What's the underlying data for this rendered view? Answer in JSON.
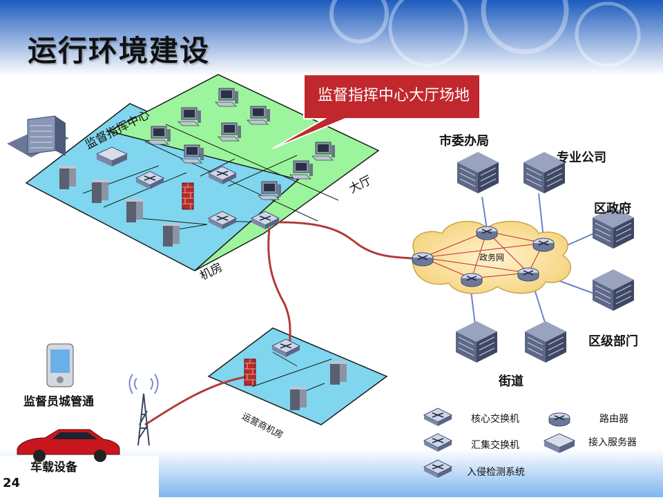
{
  "title": "运行环境建设",
  "callout": "监督指挥中心大厅场地",
  "zones": {
    "center": "监督指挥中心",
    "hall": "大厅",
    "machine_room": "机房",
    "operator_room": "运营商机房"
  },
  "network": "政务网",
  "nodes": {
    "party_office": "市委办局",
    "company": "专业公司",
    "district_gov": "区政府",
    "district_dept": "区级部门",
    "street": "街道"
  },
  "devices": {
    "pda": "监督员城管通",
    "vehicle": "车载设备"
  },
  "legend": {
    "core_switch": "核心交换机",
    "agg_switch": "汇集交换机",
    "ids": "入侵检测系统",
    "router": "路由器",
    "access_server": "接入服务器"
  },
  "page_number": "24",
  "colors": {
    "hall_green": "#9cf59c",
    "room_blue": "#7fd6ee",
    "callout_red": "#c0282d",
    "cloud_yellow": "#fbe6a8",
    "link_red": "#b23a3a"
  }
}
